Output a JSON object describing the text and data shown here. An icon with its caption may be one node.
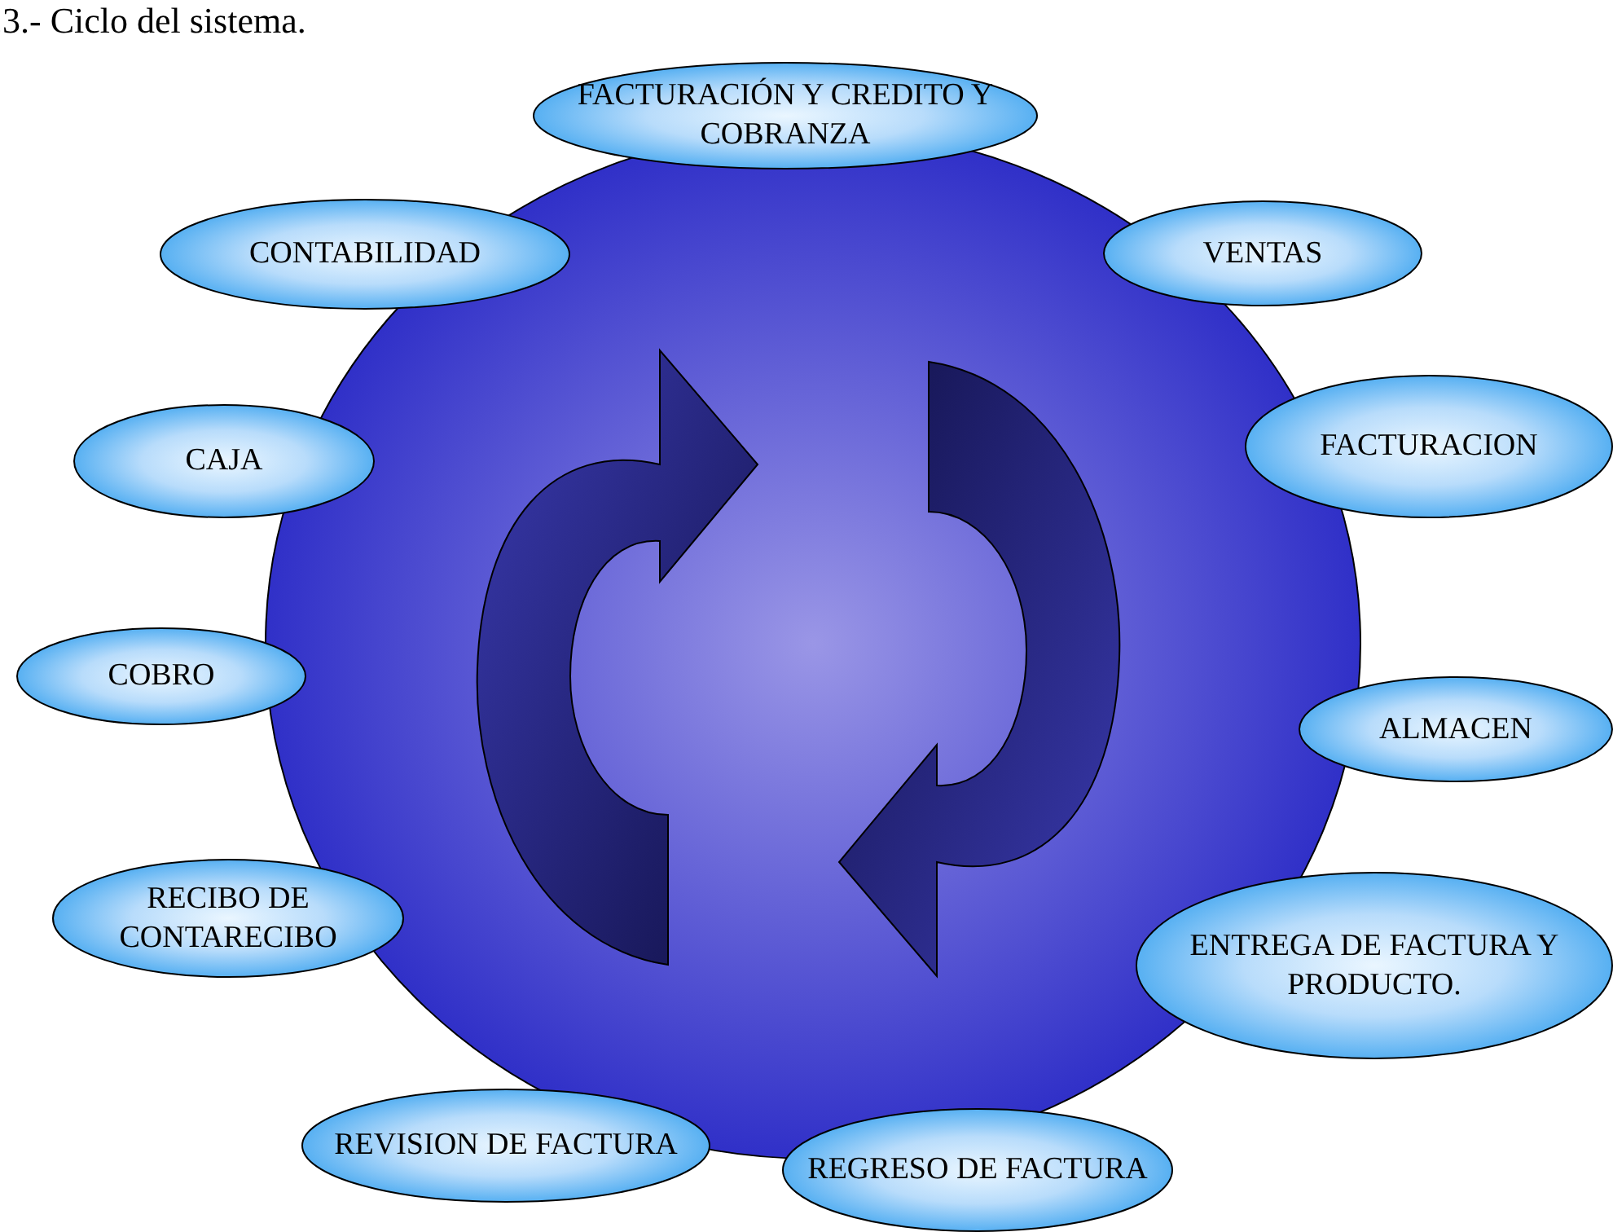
{
  "diagram": {
    "title": ".3.- Ciclo del sistema.",
    "nodes": [
      {
        "text": [
          "FACTURACIÓN Y CREDITO Y COBRANZA"
        ]
      },
      {
        "text": [
          "CONTABILIDAD"
        ]
      },
      {
        "text": [
          "VENTAS"
        ]
      },
      {
        "text": [
          "FACTURACION"
        ]
      },
      {
        "text": [
          "CAJA"
        ]
      },
      {
        "text": [
          "COBRO"
        ]
      },
      {
        "text": [
          "ALMACEN"
        ]
      },
      {
        "text": [
          "RECIBO DE CONTARECIBO"
        ]
      },
      {
        "text": [
          "ENTREGA DE FACTURA Y PRODUCTO."
        ]
      },
      {
        "text": [
          "REVISION DE FACTURA"
        ]
      },
      {
        "text": [
          "REGRESO DE FACTURA"
        ]
      }
    ]
  }
}
